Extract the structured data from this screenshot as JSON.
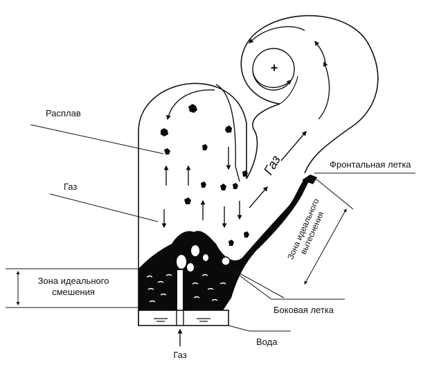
{
  "labels": {
    "melt": "Расплав",
    "gas_left": "Газ",
    "gas_bottom": "Газ",
    "gas_channel": "Газ",
    "plus_sign": "+",
    "front_taphole": "Фронтальная летка",
    "side_taphole": "Боковая летка",
    "water": "Вода",
    "mixing_zone_line1": "Зона идеального",
    "mixing_zone_line2": "смешения",
    "displacement_zone_line1": "Зона идеального",
    "displacement_zone_line2": "вытеснения"
  },
  "colors": {
    "line": "#111111",
    "melt_fill": "#0a0a0a",
    "background": "#ffffff"
  }
}
